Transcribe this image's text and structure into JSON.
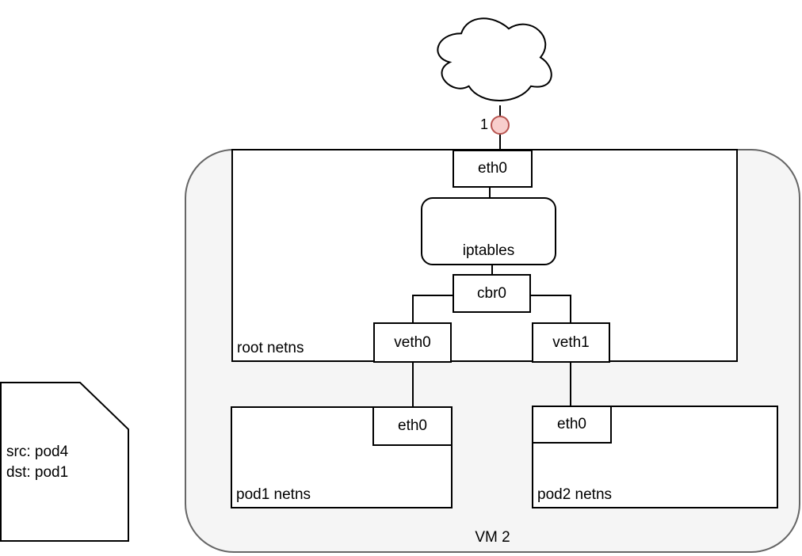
{
  "colors": {
    "background": "#ffffff",
    "node_fill": "#ffffff",
    "node_stroke": "#000000",
    "vm_fill": "#f5f5f5",
    "vm_stroke": "#666666",
    "endpoint_fill": "#f8cecc",
    "endpoint_stroke": "#b85450"
  },
  "marker": {
    "label": "1"
  },
  "vm": {
    "label": "VM 2"
  },
  "root_netns": {
    "label": "root netns"
  },
  "nodes": {
    "eth0_root": {
      "label": "eth0"
    },
    "iptables": {
      "label": "iptables"
    },
    "cbr0": {
      "label": "cbr0"
    },
    "veth0": {
      "label": "veth0"
    },
    "veth1": {
      "label": "veth1"
    }
  },
  "pods": {
    "pod1": {
      "label": "pod1 netns",
      "eth": "eth0"
    },
    "pod2": {
      "label": "pod2 netns",
      "eth": "eth0"
    }
  },
  "note": {
    "line1": "src: pod4",
    "line2": "dst: pod1"
  },
  "icons": {
    "cloud": "cloud-icon",
    "endpoint": "endpoint-circle-icon"
  }
}
